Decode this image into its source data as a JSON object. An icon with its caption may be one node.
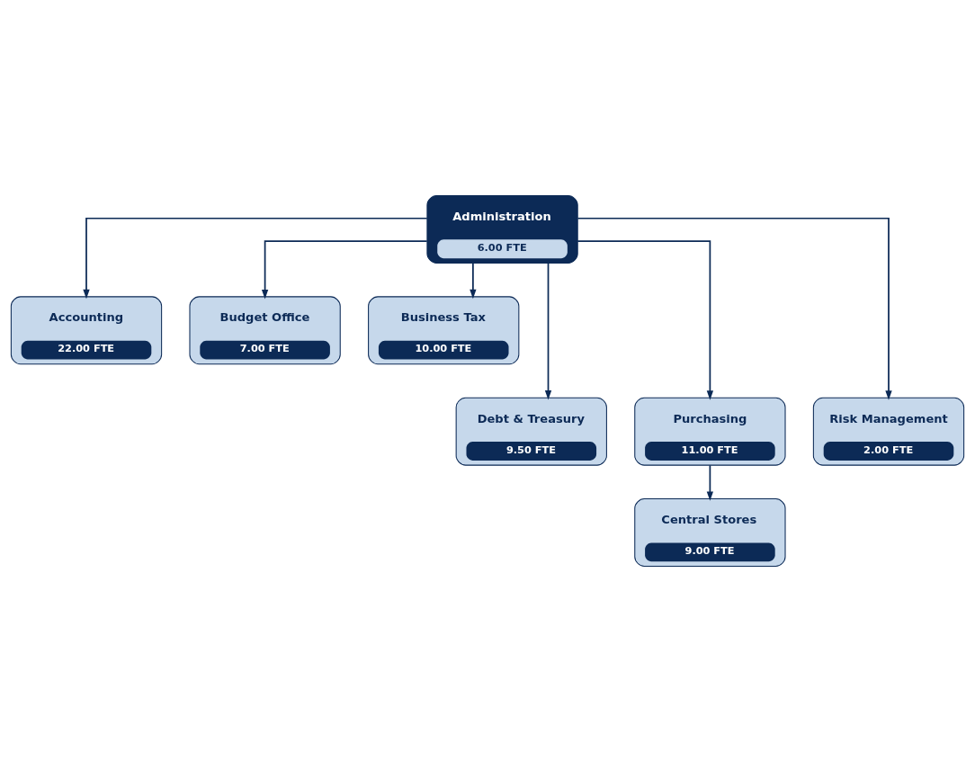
{
  "diagram": {
    "nodes": [
      {
        "text": [
          "Administration",
          "6.00 FTE"
        ]
      },
      {
        "text": [
          "Accounting",
          "22.00 FTE"
        ]
      },
      {
        "text": [
          "Budget Office",
          "7.00 FTE"
        ]
      },
      {
        "text": [
          "Business Tax",
          "10.00 FTE"
        ]
      },
      {
        "text": [
          "Debt & Treasury",
          "9.50 FTE"
        ]
      },
      {
        "text": [
          "Purchasing",
          "11.00 FTE"
        ]
      },
      {
        "text": [
          "Risk Management",
          "2.00 FTE"
        ]
      },
      {
        "text": [
          "Central Stores",
          "9.00 FTE"
        ]
      }
    ],
    "edges": [
      {
        "from": 0,
        "to": 1,
        "arrow": "to"
      },
      {
        "from": 0,
        "to": 2,
        "arrow": "to"
      },
      {
        "from": 0,
        "to": 3,
        "arrow": "to"
      },
      {
        "from": 0,
        "to": 4,
        "arrow": "to"
      },
      {
        "from": 0,
        "to": 5,
        "arrow": "to"
      },
      {
        "from": 0,
        "to": 6,
        "arrow": "to"
      },
      {
        "from": 5,
        "to": 7,
        "arrow": "to"
      }
    ]
  }
}
